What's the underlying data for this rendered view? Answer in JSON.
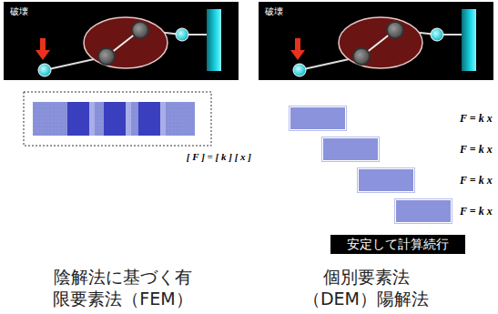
{
  "diagram": {
    "nodes": [
      {
        "text": [
          "破壊"
        ]
      },
      {
        "text": [
          "破壊"
        ]
      },
      {
        "text": [
          "[ F ] = [ k ] [ x ]"
        ]
      },
      {
        "text": [
          "F = k x"
        ]
      },
      {
        "text": [
          "F = k x"
        ]
      },
      {
        "text": [
          "F = k x"
        ]
      },
      {
        "text": [
          "F = k x"
        ]
      },
      {
        "text": [
          "安定して計算続行"
        ]
      }
    ],
    "edges": [],
    "labels": [
      "陰解法に基づく有 限要素法（FEM）",
      "個別要素法 （DEM）陽解法"
    ]
  }
}
